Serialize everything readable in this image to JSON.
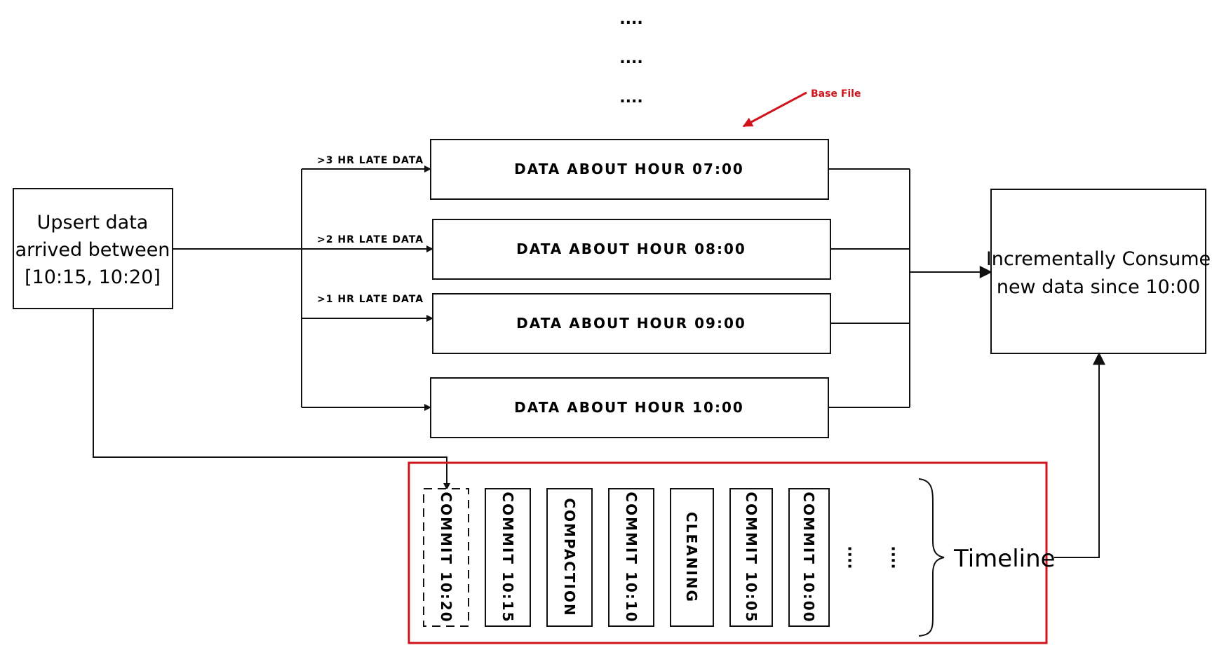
{
  "ellipsis_top": [
    "....",
    "....",
    "...."
  ],
  "annotation": {
    "base_file_label": "Base File",
    "color": "#d0141c"
  },
  "source_box": {
    "lines": [
      "Upsert data",
      "arrived between",
      "[10:15, 10:20]"
    ]
  },
  "late_labels": [
    ">3 HR LATE DATA",
    ">2 HR LATE DATA",
    ">1 HR LATE DATA"
  ],
  "hour_boxes": [
    "DATA ABOUT HOUR 07:00",
    "DATA ABOUT HOUR 08:00",
    "DATA ABOUT HOUR 09:00",
    "DATA ABOUT HOUR 10:00"
  ],
  "consumer_box": {
    "lines": [
      "Incrementally Consume",
      "new data since 10:00"
    ]
  },
  "timeline": {
    "label": "Timeline",
    "frame_color": "#d0141c",
    "items": [
      "COMMIT 10:20",
      "COMMIT 10:15",
      "COMPACTION",
      "COMMIT 10:10",
      "CLEANING",
      "COMMIT 10:05",
      "COMMIT 10:00"
    ],
    "ellipsis": [
      "....",
      "...."
    ]
  }
}
